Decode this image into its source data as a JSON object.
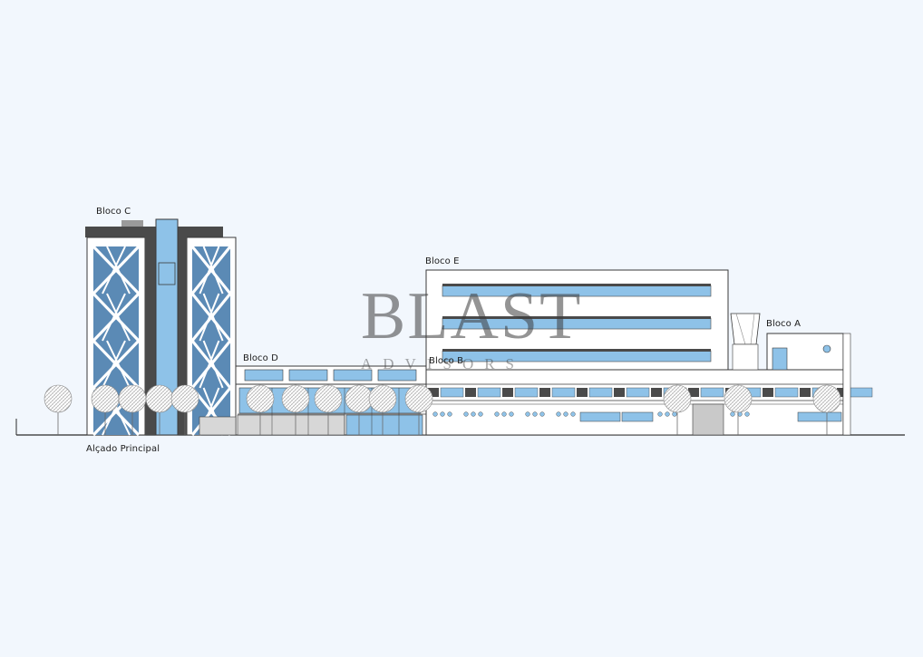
{
  "drawing": {
    "title": "Alçado Principal",
    "labels": {
      "bloco_a": "Bloco A",
      "bloco_b": "Bloco B",
      "bloco_c": "Bloco C",
      "bloco_d": "Bloco D",
      "bloco_e": "Bloco E"
    }
  },
  "watermark": {
    "brand": "BLAST",
    "tagline": "ADVISORS"
  },
  "colors": {
    "background": "#f2f7fd",
    "glass": "#8ec2e8",
    "glass_dark": "#4f7ea6",
    "wall": "#ffffff",
    "dark_band": "#4a4a4a",
    "outline": "#3a3a3a",
    "door": "#c9c9c9"
  }
}
